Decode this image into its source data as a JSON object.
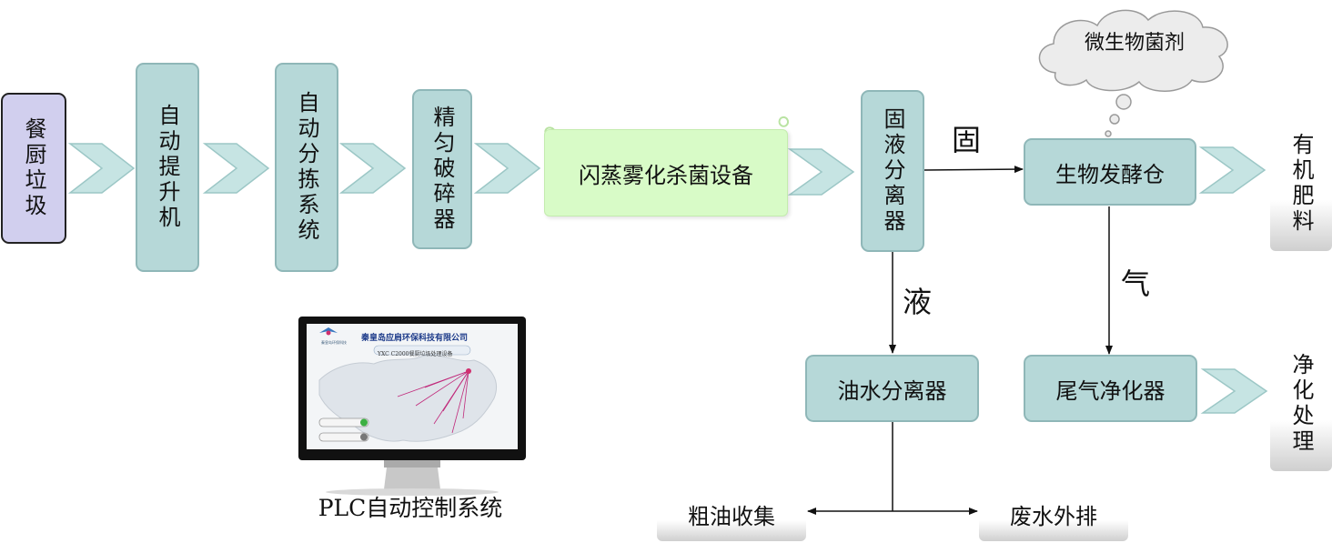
{
  "nodes": {
    "kitchen_waste": "餐厨垃圾",
    "lift": "自动提升机",
    "sorting": "自动分拣系统",
    "crusher": "精匀破碎器",
    "flash_steam": "闪蒸雾化杀菌设备",
    "separator": "固液分离器",
    "fermenter": "生物发酵仓",
    "oil_water": "油水分离器",
    "exhaust_purifier": "尾气净化器"
  },
  "outputs": {
    "organic_fertilizer": "有机肥料",
    "purification": "净化处理",
    "crude_oil": "粗油收集",
    "wastewater": "废水外排"
  },
  "labels": {
    "solid": "固",
    "liquid": "液",
    "gas": "气",
    "microbe": "微生物菌剂"
  },
  "plc": {
    "caption": "PLC自动控制系统",
    "company": "秦皇岛应肩环保科技有限公司",
    "subtitle": "YXC C2000餐厨垃圾处理设备",
    "logo_caption": "秦皇岛环保科技"
  },
  "colors": {
    "box_fill": "#b6d8d8",
    "start_fill": "#d1cfee",
    "scroll_fill": "#d8fbc7",
    "chevron": "#c6e4e3"
  }
}
